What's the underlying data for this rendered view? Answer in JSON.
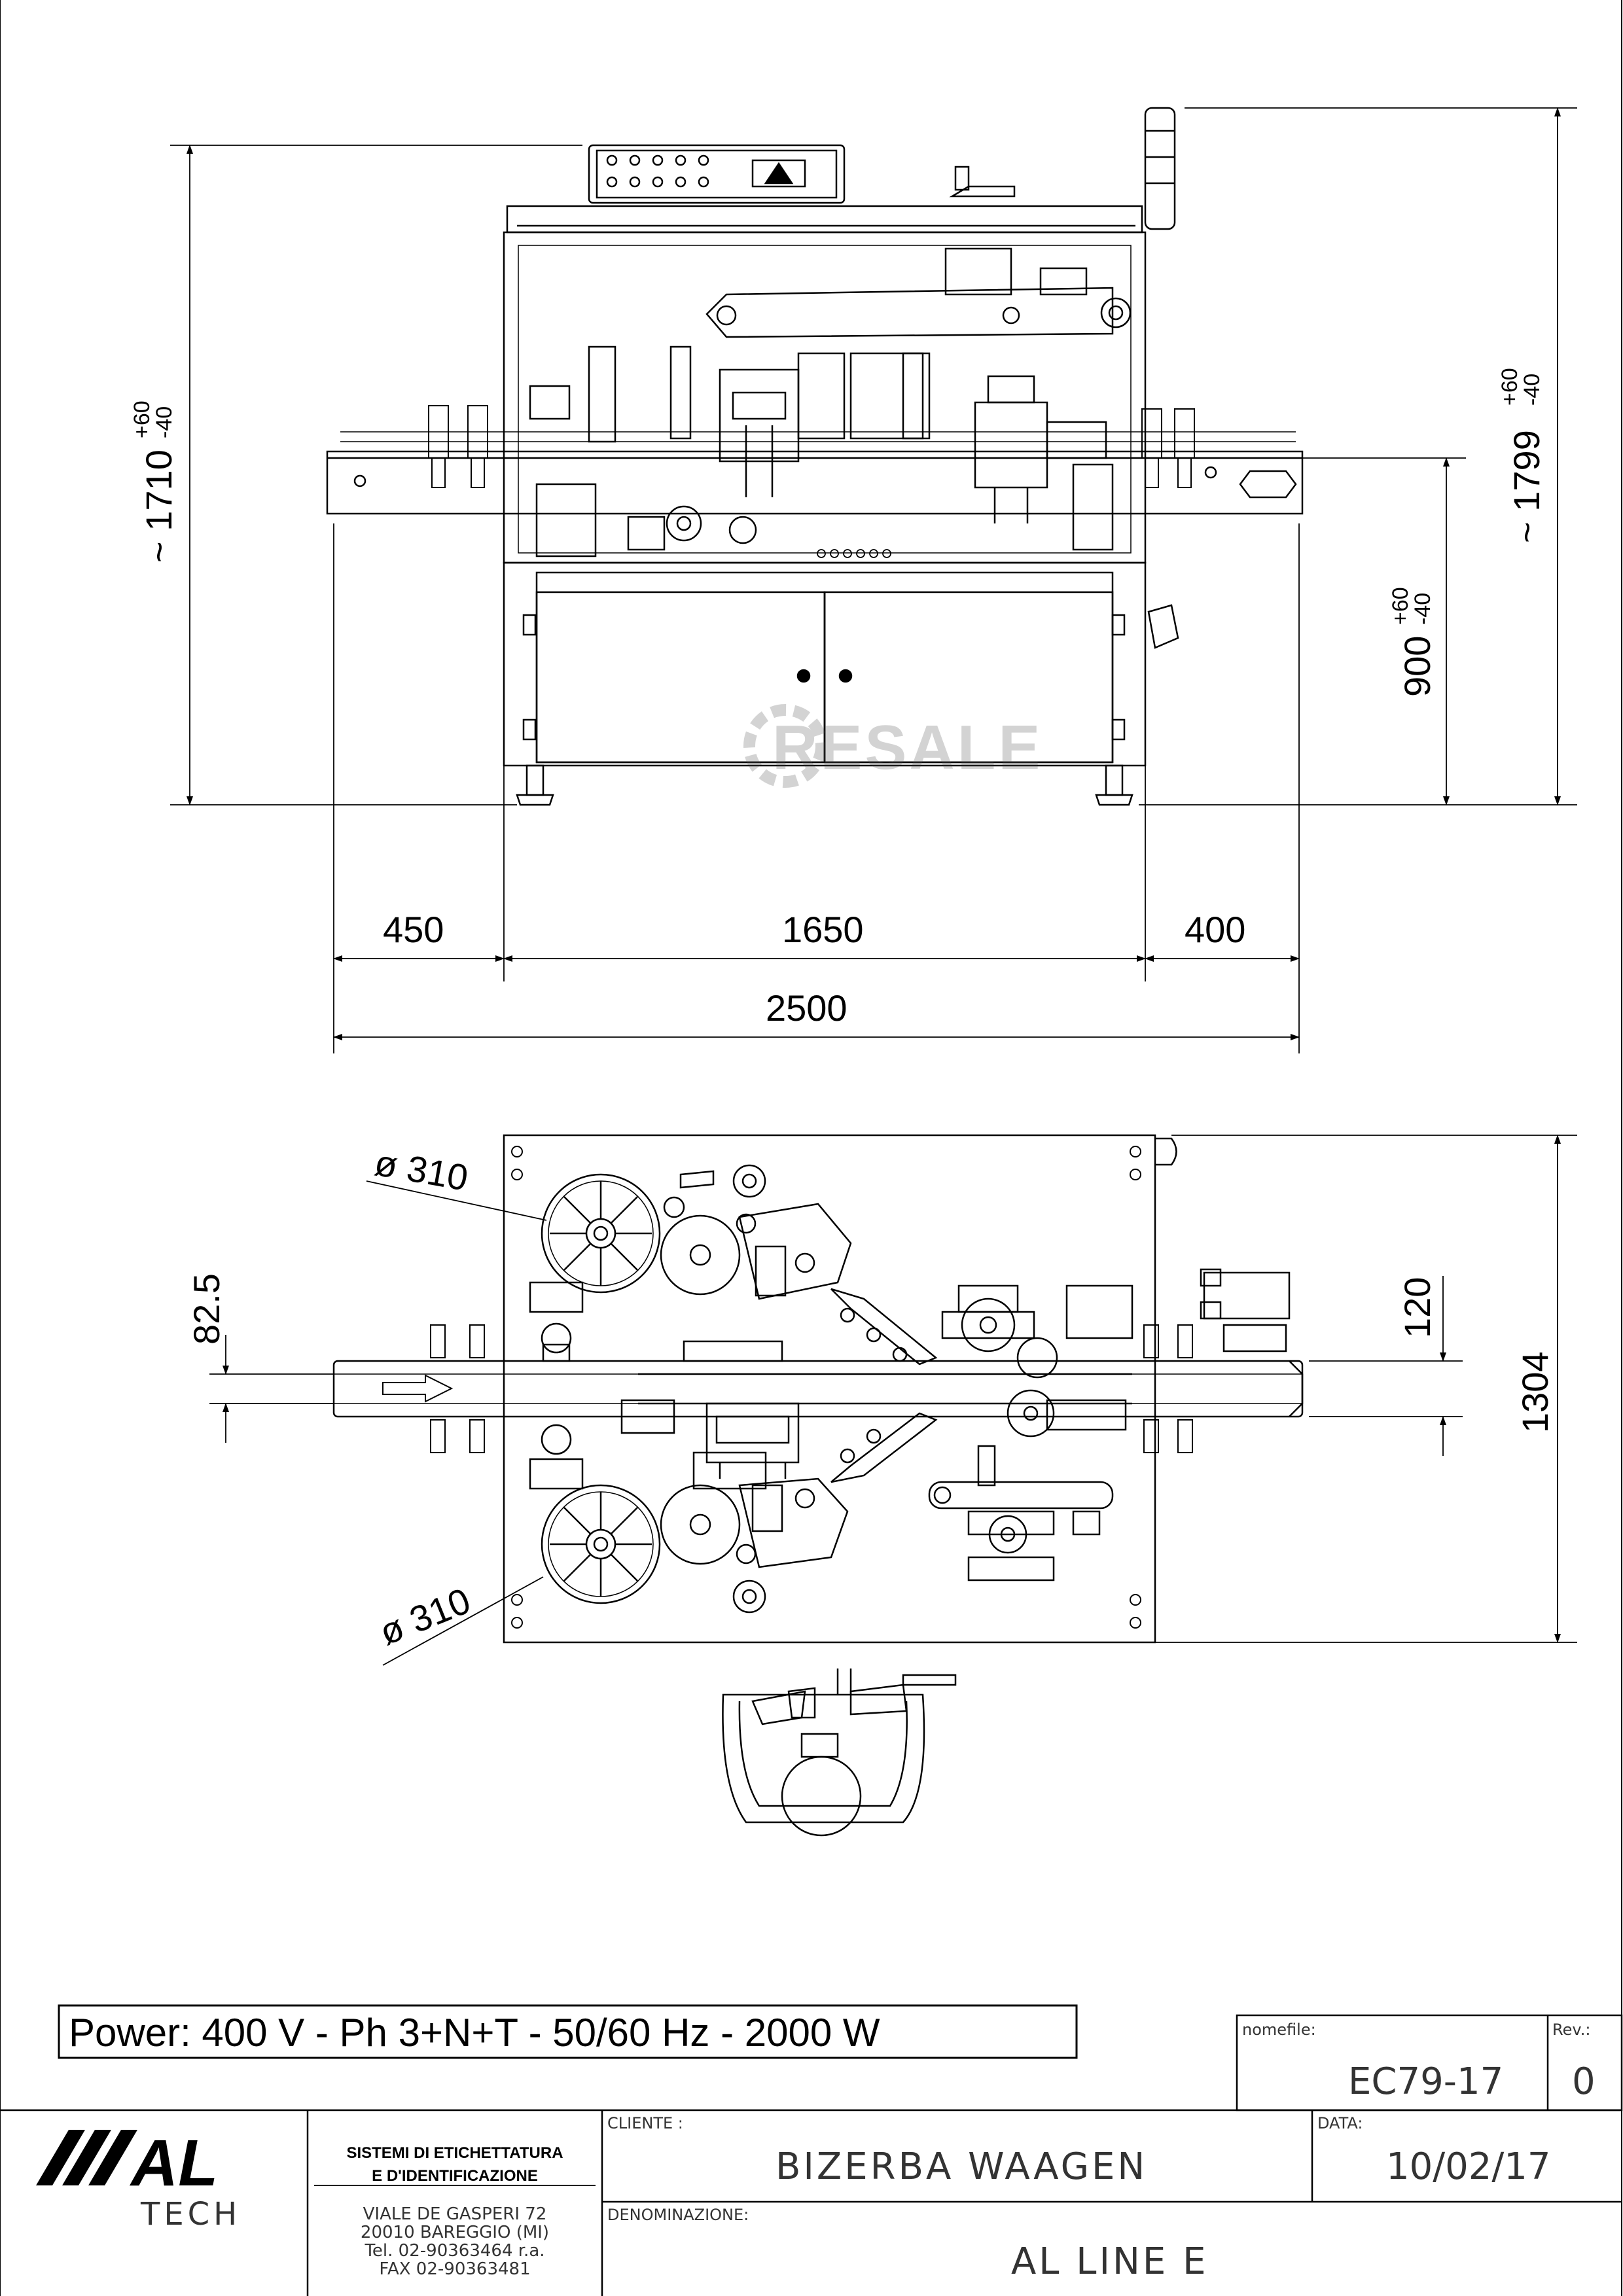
{
  "front_view": {
    "dims": {
      "total_height": "~ 1710",
      "total_height_tol_plus": "+60",
      "total_height_tol_minus": "-40",
      "max_height": "~ 1799",
      "max_height_tol_plus": "+60",
      "max_height_tol_minus": "-40",
      "conveyor_height": "900",
      "conveyor_height_tol_plus": "+60",
      "conveyor_height_tol_minus": "-40",
      "left_overhang": "450",
      "body_width": "1650",
      "right_overhang": "400",
      "overall_width": "2500"
    },
    "watermark": "RESALE"
  },
  "top_view": {
    "dims": {
      "reel_upper": "ø 310",
      "reel_lower": "ø 310",
      "conveyor_offset": "82.5",
      "right_offset": "120",
      "depth": "1304"
    }
  },
  "power_box": {
    "text": "Power: 400 V - Ph 3+N+T - 50/60 Hz - 2000 W"
  },
  "title_block": {
    "company": {
      "logo_text": "AL",
      "logo_sub": "TECH",
      "line1": "SISTEMI DI ETICHETTATURA",
      "line2": "E D'IDENTIFICAZIONE",
      "address1": "VIALE DE GASPERI 72",
      "address2": "20010 BAREGGIO (MI)",
      "tel": "Tel. 02-90363464 r.a.",
      "fax": "FAX 02-90363481"
    },
    "nomefile_label": "nomefile:",
    "nomefile_value": "EC79-17",
    "rev_label": "Rev.:",
    "rev_value": "0",
    "cliente_label": "CLIENTE :",
    "cliente_value": "BIZERBA WAAGEN",
    "data_label": "DATA:",
    "data_value": "10/02/17",
    "denominazione_label": "DENOMINAZIONE:",
    "denominazione_value": "AL LINE E"
  }
}
